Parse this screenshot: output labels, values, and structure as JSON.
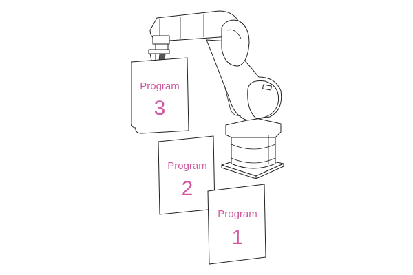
{
  "accent_color": "#d1589f",
  "sheets": [
    {
      "label": "Program",
      "number": "1"
    },
    {
      "label": "Program",
      "number": "2"
    },
    {
      "label": "Program",
      "number": "3"
    }
  ]
}
